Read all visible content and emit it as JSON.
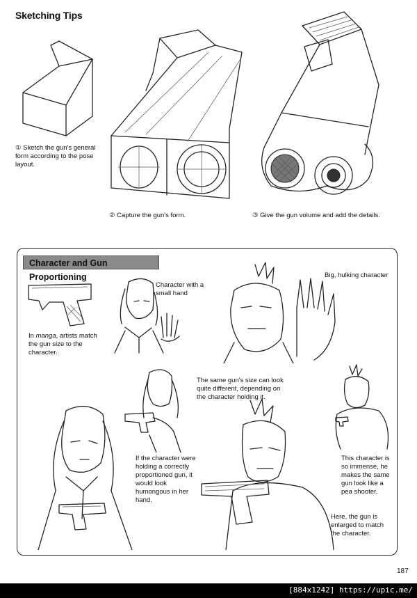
{
  "page": {
    "heading": "Sketching Tips",
    "page_number": "187",
    "watermark": "[884x1242] https://upic.me/"
  },
  "sketching_steps": [
    {
      "number": "①",
      "text": "Sketch the gun's general form according to the pose layout."
    },
    {
      "number": "②",
      "text": "Capture the gun's form."
    },
    {
      "number": "③",
      "text": "Give the gun volume and add the details."
    }
  ],
  "proportioning": {
    "title": "Character and Gun Proportioning",
    "notes": {
      "manga_match": [
        "In ",
        "manga",
        ", artists match the gun size to the character."
      ],
      "small_hand": "Character with a small hand",
      "hulking": "Big, hulking character",
      "same_gun": "The same gun's size can look quite different, depending on the character holding it.",
      "humongous": "If the character were holding a correctly proportioned gun, it would look humongous in her hand.",
      "pea_shooter": "This character is so immense, he makes the same gun look like a pea shooter.",
      "enlarged": "Here, the gun is enlarged to match the character."
    }
  }
}
